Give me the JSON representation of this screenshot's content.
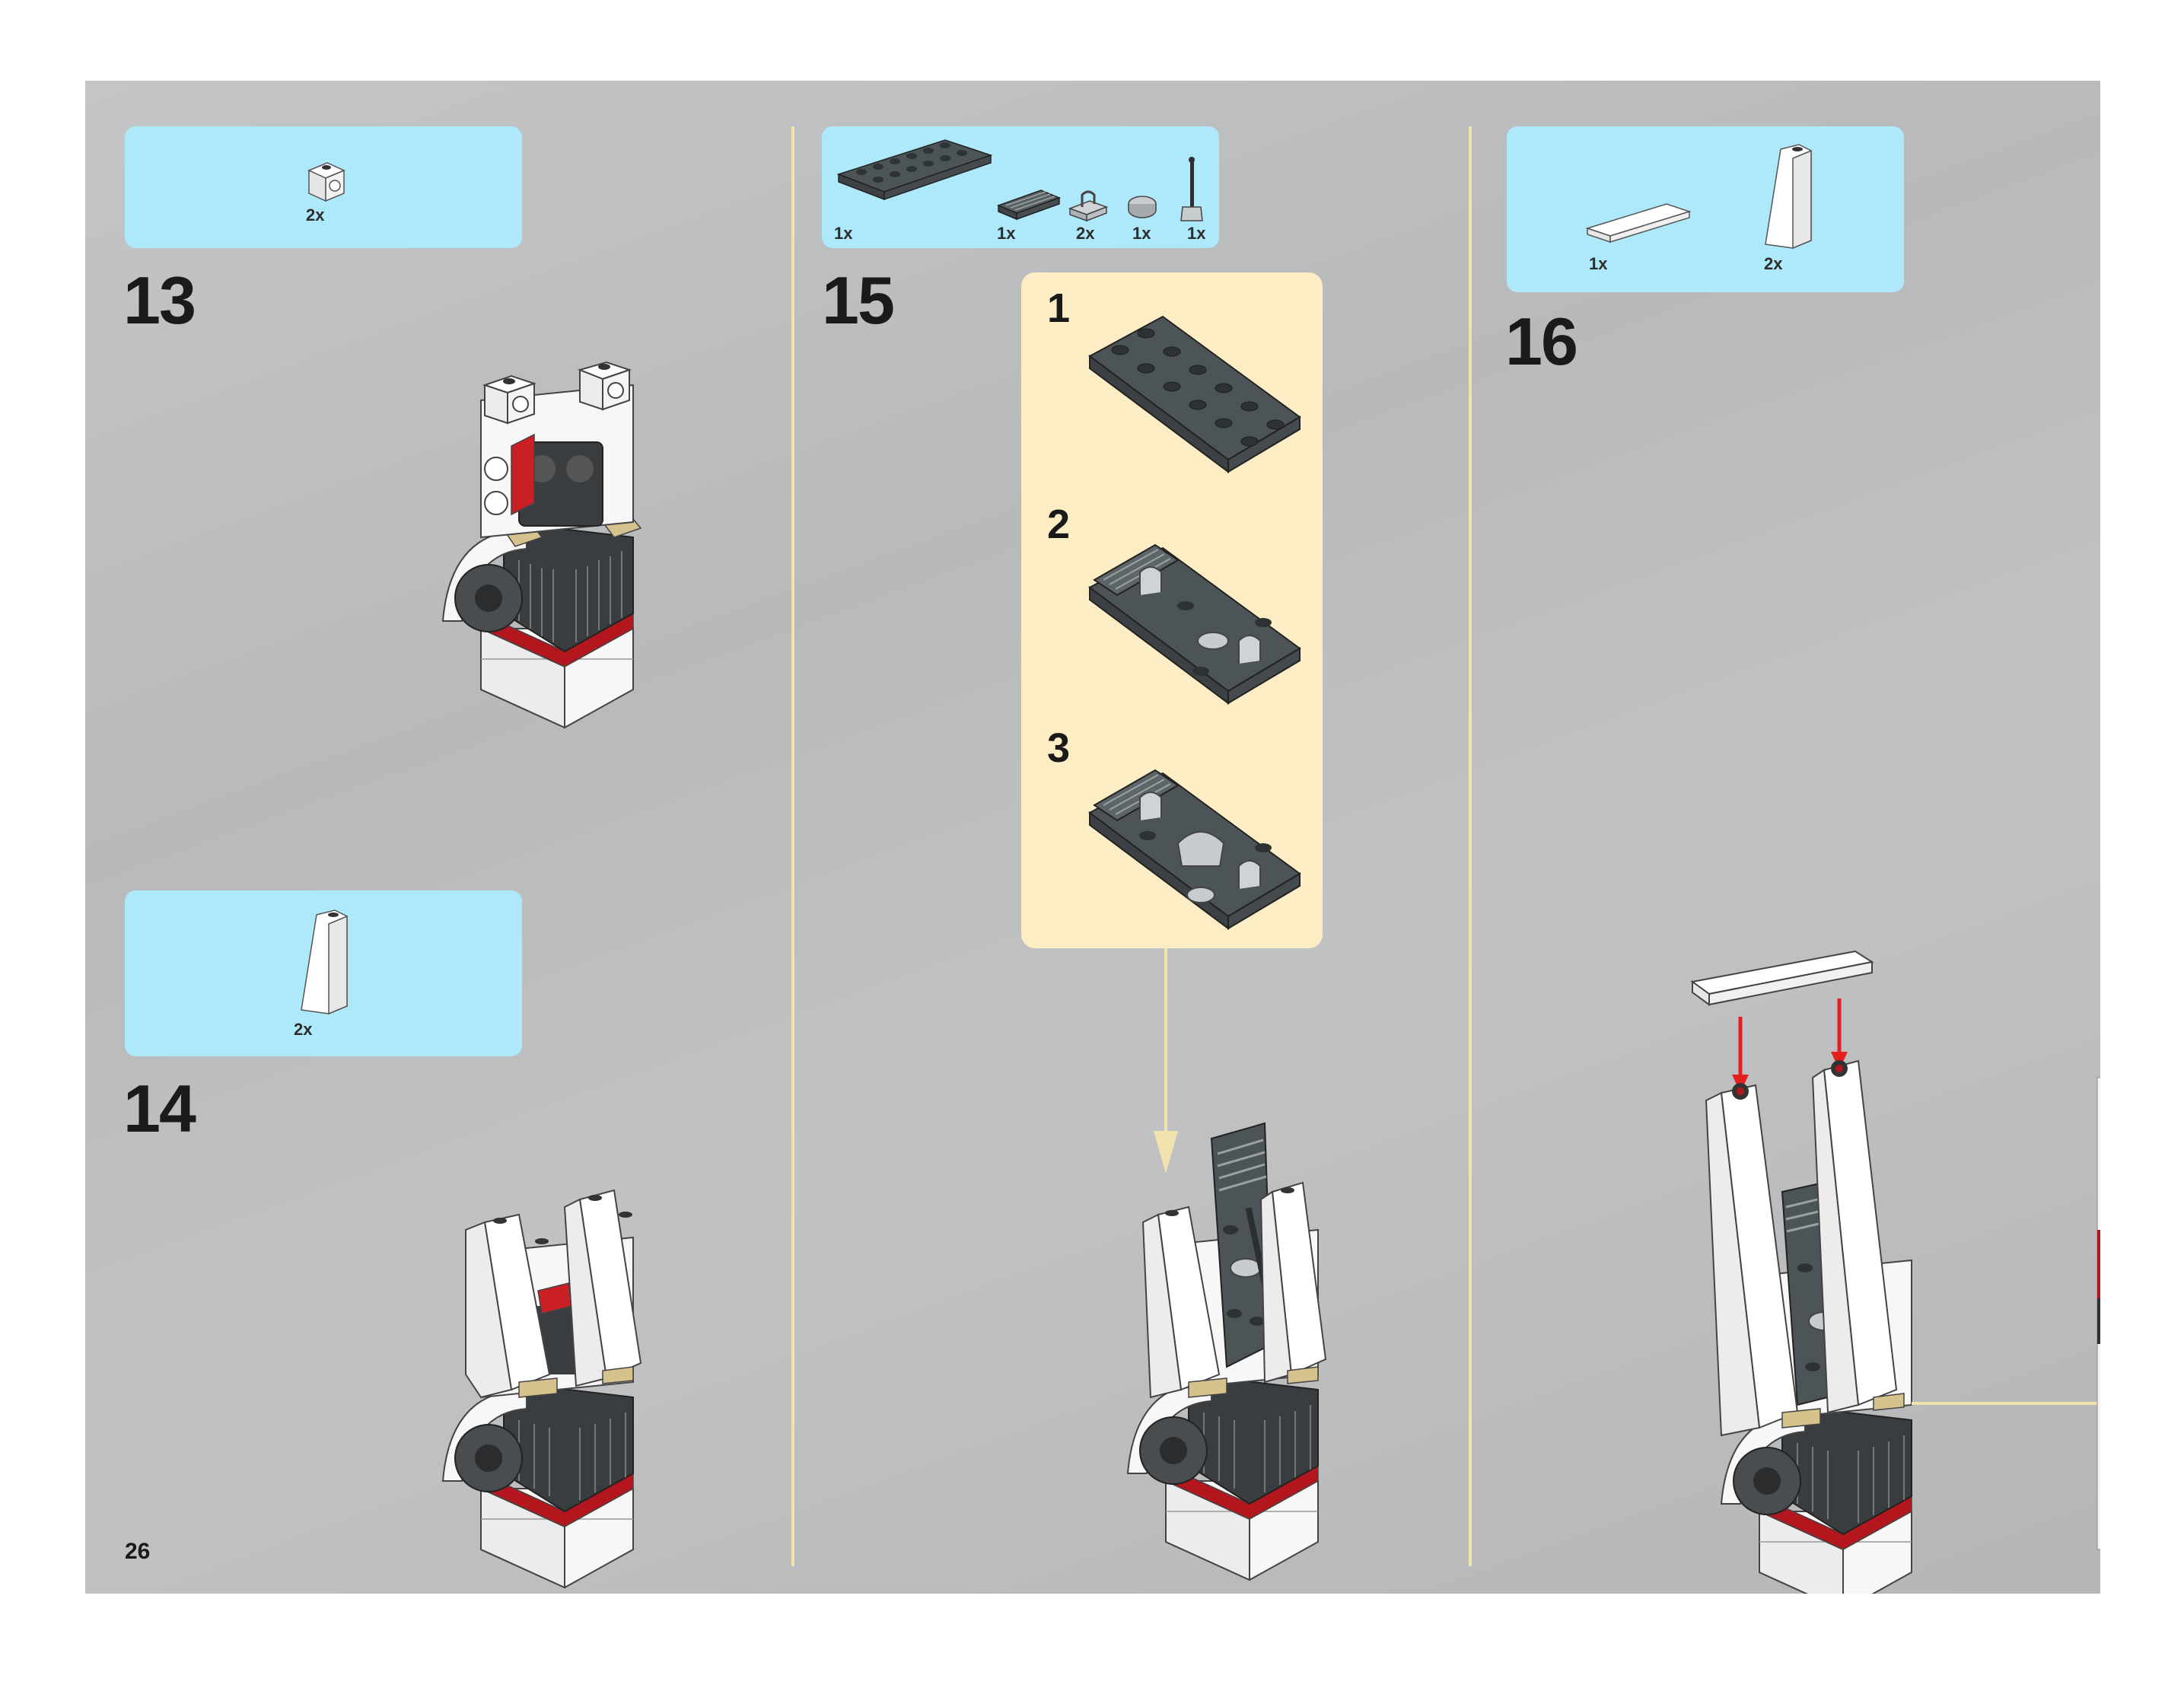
{
  "steps": [
    {
      "number": "13",
      "parts": [
        {
          "qty": "2x",
          "icon": "white-brick-1x1-studs-side-icon"
        }
      ]
    },
    {
      "number": "14",
      "parts": [
        {
          "qty": "2x",
          "icon": "white-slope-icon"
        }
      ]
    },
    {
      "number": "15",
      "parts": [
        {
          "qty": "1x",
          "icon": "dark-gray-plate-2x6-icon"
        },
        {
          "qty": "1x",
          "icon": "grille-tile-icon"
        },
        {
          "qty": "2x",
          "icon": "clip-plate-icon"
        },
        {
          "qty": "1x",
          "icon": "round-tile-icon"
        },
        {
          "qty": "1x",
          "icon": "lever-icon"
        }
      ],
      "substeps": [
        "1",
        "2",
        "3"
      ]
    },
    {
      "number": "16",
      "parts": [
        {
          "qty": "1x",
          "icon": "white-tile-1x4-icon"
        },
        {
          "qty": "2x",
          "icon": "white-slope-icon"
        }
      ]
    }
  ],
  "page_number": "26",
  "colors": {
    "parts_box": "#aee8fb",
    "sub_panel": "#fdedc4",
    "divider": "#f2e3ae",
    "arrow": "#e51e1e"
  }
}
